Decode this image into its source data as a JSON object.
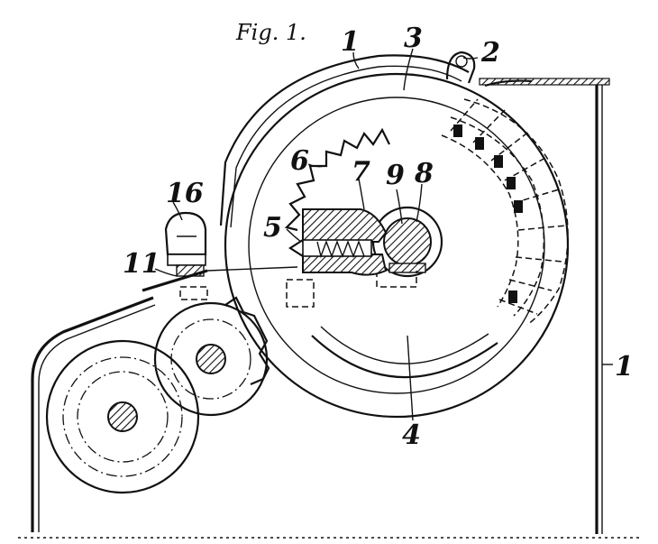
{
  "figure": {
    "caption": "Fig. 1.",
    "labels": {
      "n1_top": "1",
      "n1_right": "1",
      "n2": "2",
      "n3": "3",
      "n4": "4",
      "n5": "5",
      "n6": "6",
      "n7": "7",
      "n8": "8",
      "n9": "9",
      "n11": "11",
      "n16": "16"
    }
  }
}
